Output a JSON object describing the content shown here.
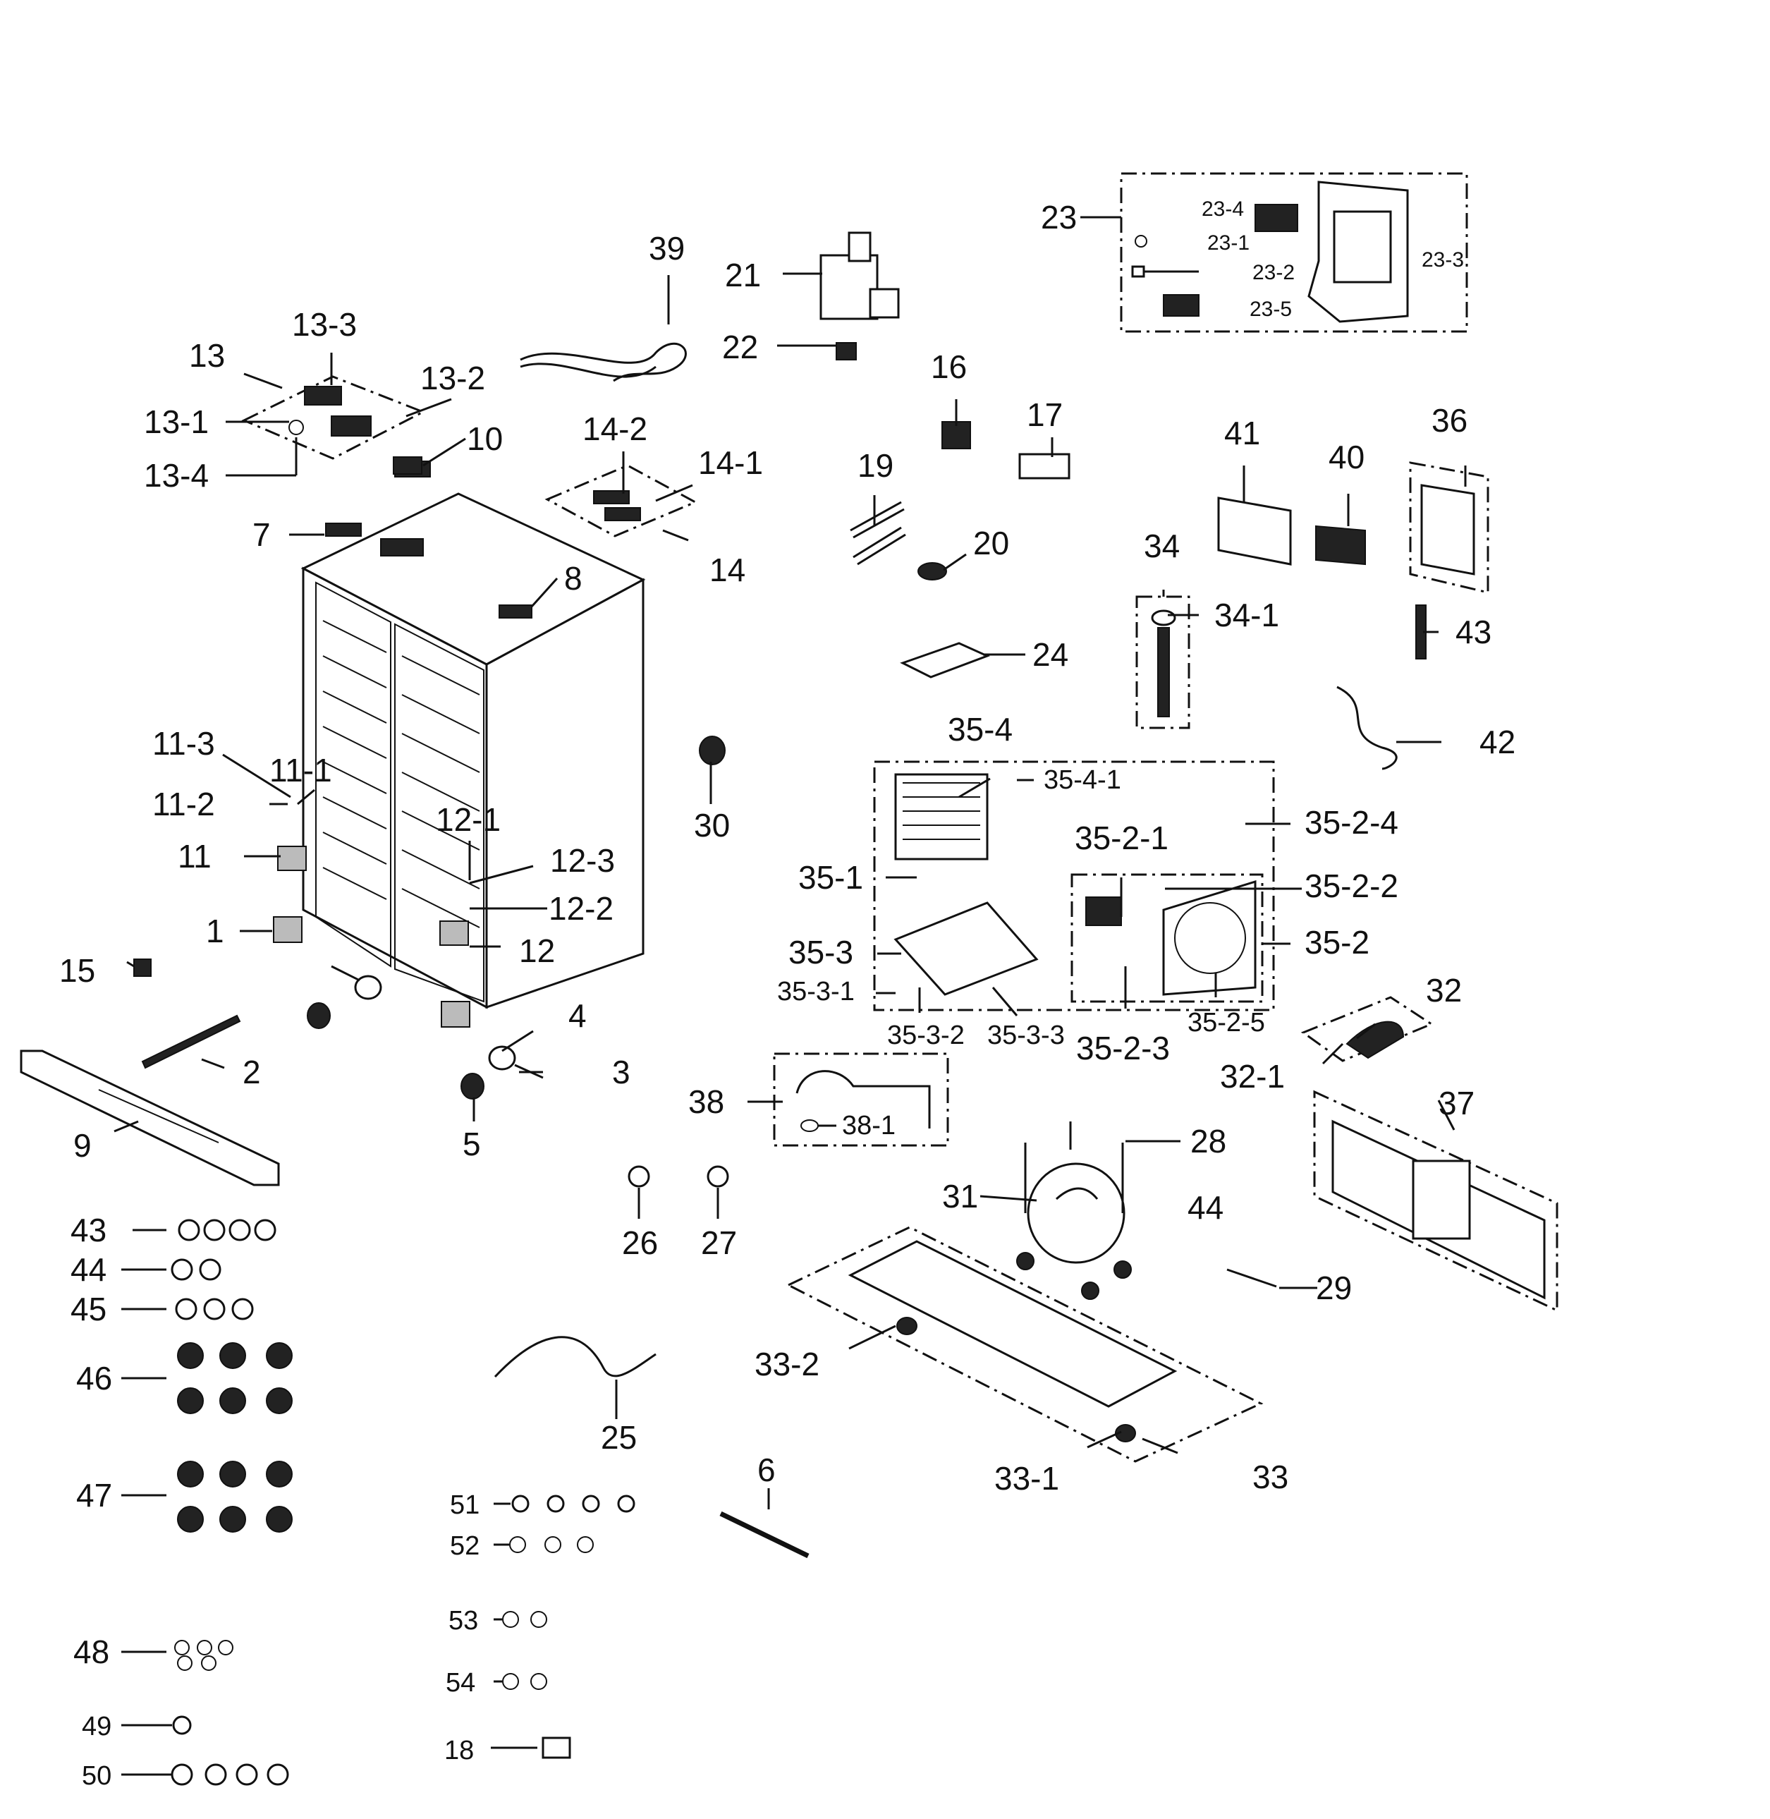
{
  "labels": [
    {
      "id": "p1",
      "text": "1"
    },
    {
      "id": "p2",
      "text": "2"
    },
    {
      "id": "p3",
      "text": "3"
    },
    {
      "id": "p4",
      "text": "4"
    },
    {
      "id": "p5",
      "text": "5"
    },
    {
      "id": "p6",
      "text": "6"
    },
    {
      "id": "p7",
      "text": "7"
    },
    {
      "id": "p8",
      "text": "8"
    },
    {
      "id": "p9",
      "text": "9"
    },
    {
      "id": "p10",
      "text": "10"
    },
    {
      "id": "p11",
      "text": "11"
    },
    {
      "id": "p11_1",
      "text": "11-1"
    },
    {
      "id": "p11_2",
      "text": "11-2"
    },
    {
      "id": "p11_3",
      "text": "11-3"
    },
    {
      "id": "p12",
      "text": "12"
    },
    {
      "id": "p12_1",
      "text": "12-1"
    },
    {
      "id": "p12_2",
      "text": "12-2"
    },
    {
      "id": "p12_3",
      "text": "12-3"
    },
    {
      "id": "p13",
      "text": "13"
    },
    {
      "id": "p13_1",
      "text": "13-1"
    },
    {
      "id": "p13_2",
      "text": "13-2"
    },
    {
      "id": "p13_3",
      "text": "13-3"
    },
    {
      "id": "p13_4",
      "text": "13-4"
    },
    {
      "id": "p14",
      "text": "14"
    },
    {
      "id": "p14_1",
      "text": "14-1"
    },
    {
      "id": "p14_2",
      "text": "14-2"
    },
    {
      "id": "p15",
      "text": "15"
    },
    {
      "id": "p16",
      "text": "16"
    },
    {
      "id": "p17",
      "text": "17"
    },
    {
      "id": "p18",
      "text": "18"
    },
    {
      "id": "p19",
      "text": "19"
    },
    {
      "id": "p20",
      "text": "20"
    },
    {
      "id": "p21",
      "text": "21"
    },
    {
      "id": "p22",
      "text": "22"
    },
    {
      "id": "p23",
      "text": "23"
    },
    {
      "id": "p23_1",
      "text": "23-1"
    },
    {
      "id": "p23_2",
      "text": "23-2"
    },
    {
      "id": "p23_3",
      "text": "23-3"
    },
    {
      "id": "p23_4",
      "text": "23-4"
    },
    {
      "id": "p23_5",
      "text": "23-5"
    },
    {
      "id": "p24",
      "text": "24"
    },
    {
      "id": "p25",
      "text": "25"
    },
    {
      "id": "p26",
      "text": "26"
    },
    {
      "id": "p27",
      "text": "27"
    },
    {
      "id": "p28",
      "text": "28"
    },
    {
      "id": "p29",
      "text": "29"
    },
    {
      "id": "p30",
      "text": "30"
    },
    {
      "id": "p31",
      "text": "31"
    },
    {
      "id": "p32",
      "text": "32"
    },
    {
      "id": "p32_1",
      "text": "32-1"
    },
    {
      "id": "p33",
      "text": "33"
    },
    {
      "id": "p33_1",
      "text": "33-1"
    },
    {
      "id": "p33_2",
      "text": "33-2"
    },
    {
      "id": "p34",
      "text": "34"
    },
    {
      "id": "p34_1",
      "text": "34-1"
    },
    {
      "id": "p35_1",
      "text": "35-1"
    },
    {
      "id": "p35_2",
      "text": "35-2"
    },
    {
      "id": "p35_2_1",
      "text": "35-2-1"
    },
    {
      "id": "p35_2_2",
      "text": "35-2-2"
    },
    {
      "id": "p35_2_3",
      "text": "35-2-3"
    },
    {
      "id": "p35_2_4",
      "text": "35-2-4"
    },
    {
      "id": "p35_2_5",
      "text": "35-2-5"
    },
    {
      "id": "p35_3",
      "text": "35-3"
    },
    {
      "id": "p35_3_1",
      "text": "35-3-1"
    },
    {
      "id": "p35_3_2",
      "text": "35-3-2"
    },
    {
      "id": "p35_3_3",
      "text": "35-3-3"
    },
    {
      "id": "p35_4",
      "text": "35-4"
    },
    {
      "id": "p35_4_1",
      "text": "35-4-1"
    },
    {
      "id": "p36",
      "text": "36"
    },
    {
      "id": "p37",
      "text": "37"
    },
    {
      "id": "p38",
      "text": "38"
    },
    {
      "id": "p38_1",
      "text": "38-1"
    },
    {
      "id": "p39",
      "text": "39"
    },
    {
      "id": "p40",
      "text": "40"
    },
    {
      "id": "p41",
      "text": "41"
    },
    {
      "id": "p42",
      "text": "42"
    },
    {
      "id": "p43a",
      "text": "43"
    },
    {
      "id": "p43b",
      "text": "43"
    },
    {
      "id": "p44a",
      "text": "44"
    },
    {
      "id": "p44b",
      "text": "44"
    },
    {
      "id": "p45",
      "text": "45"
    },
    {
      "id": "p46",
      "text": "46"
    },
    {
      "id": "p47",
      "text": "47"
    },
    {
      "id": "p48",
      "text": "48"
    },
    {
      "id": "p49",
      "text": "49"
    },
    {
      "id": "p50",
      "text": "50"
    },
    {
      "id": "p51",
      "text": "51"
    },
    {
      "id": "p52",
      "text": "52"
    },
    {
      "id": "p53",
      "text": "53"
    },
    {
      "id": "p54",
      "text": "54"
    }
  ]
}
